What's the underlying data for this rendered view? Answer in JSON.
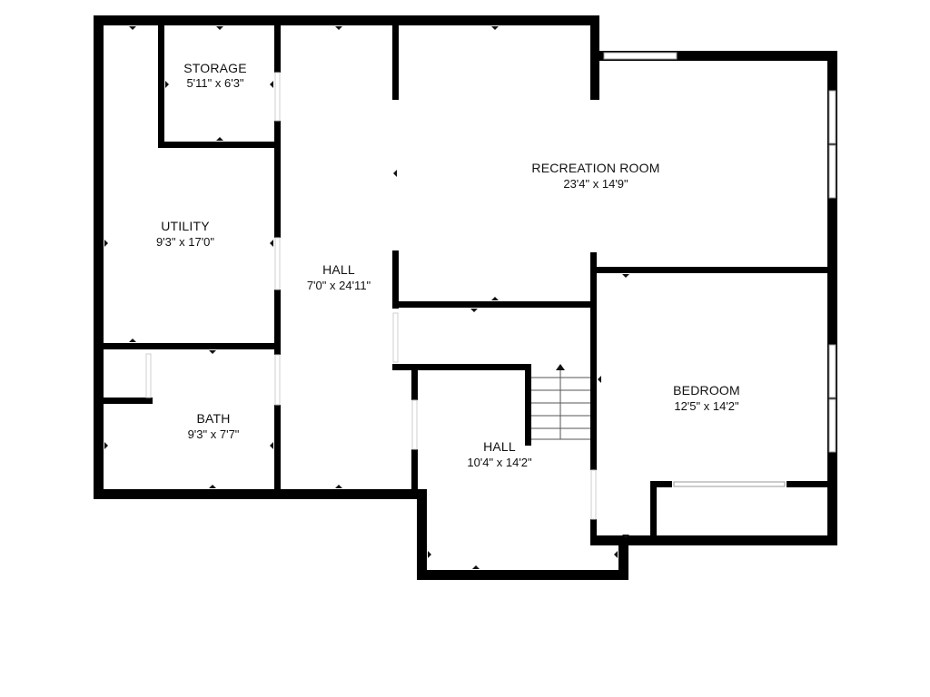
{
  "colors": {
    "wall": "#000000",
    "opening": "#ffffff",
    "window_frame": "#9a9a9a",
    "text": "#111111"
  },
  "rooms": [
    {
      "id": "storage",
      "name": "STORAGE",
      "size": "5'11\" x 6'3\""
    },
    {
      "id": "utility",
      "name": "UTILITY",
      "size": "9'3\" x 17'0\""
    },
    {
      "id": "hall-left",
      "name": "HALL",
      "size": "7'0\" x 24'11\""
    },
    {
      "id": "recreation-room",
      "name": "RECREATION ROOM",
      "size": "23'4\" x 14'9\""
    },
    {
      "id": "bath",
      "name": "BATH",
      "size": "9'3\" x 7'7\""
    },
    {
      "id": "hall-lower",
      "name": "HALL",
      "size": "10'4\" x 14'2\""
    },
    {
      "id": "bedroom",
      "name": "BEDROOM",
      "size": "12'5\" x 14'2\""
    }
  ],
  "stairs": {
    "direction": "up",
    "steps": 5
  }
}
